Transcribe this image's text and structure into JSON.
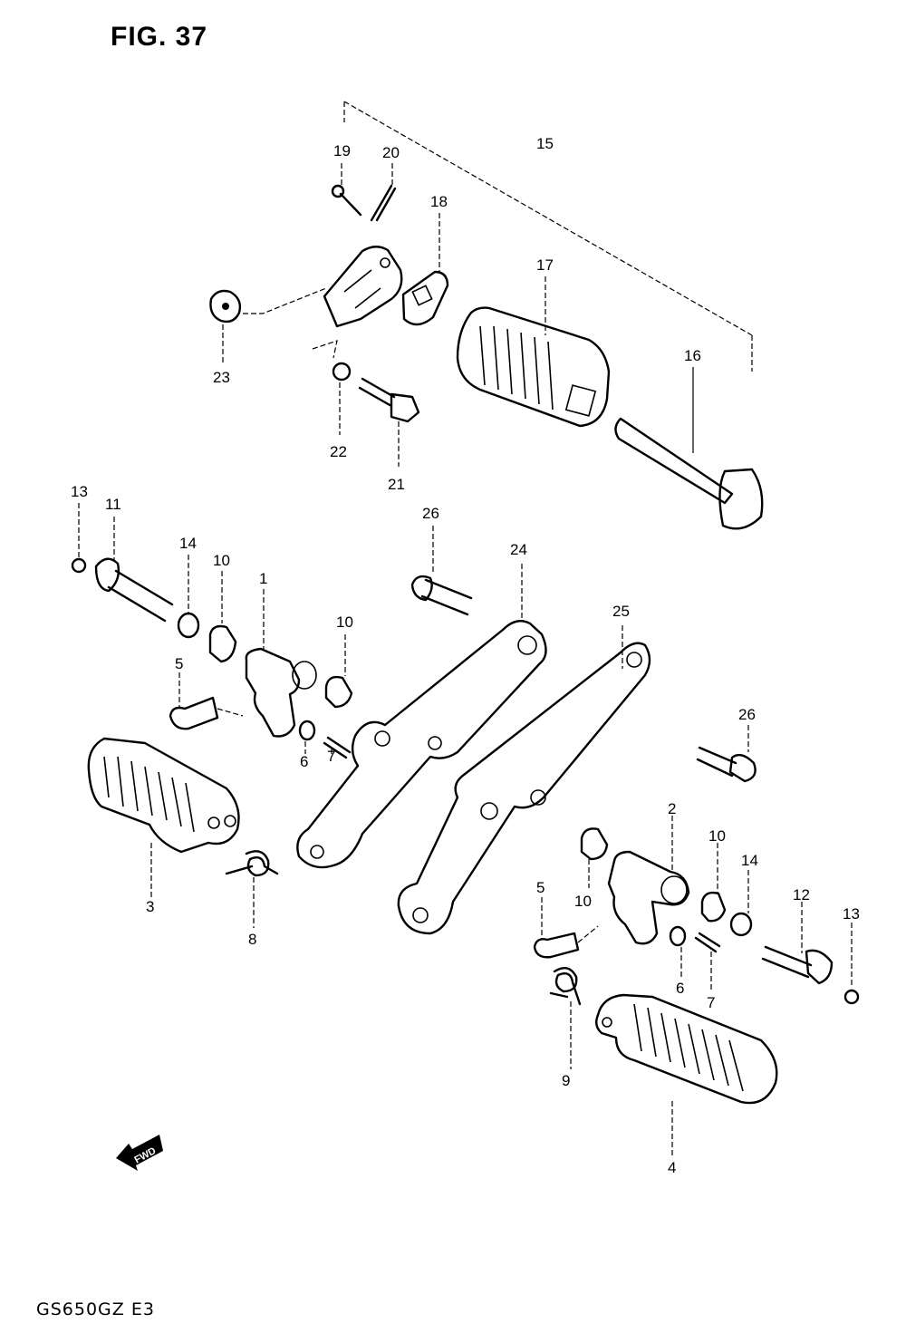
{
  "figure": {
    "title": "FIG. 37",
    "model": "GS650GZ  E3"
  },
  "fwd_label": "FWD",
  "callouts": [
    {
      "id": "c15",
      "text": "15"
    },
    {
      "id": "c19",
      "text": "19"
    },
    {
      "id": "c20",
      "text": "20"
    },
    {
      "id": "c18",
      "text": "18"
    },
    {
      "id": "c17",
      "text": "17"
    },
    {
      "id": "c16",
      "text": "16"
    },
    {
      "id": "c23",
      "text": "23"
    },
    {
      "id": "c22",
      "text": "22"
    },
    {
      "id": "c21",
      "text": "21"
    },
    {
      "id": "c13a",
      "text": "13"
    },
    {
      "id": "c11",
      "text": "11"
    },
    {
      "id": "c14a",
      "text": "14"
    },
    {
      "id": "c10a",
      "text": "10"
    },
    {
      "id": "c1",
      "text": "1"
    },
    {
      "id": "c10b",
      "text": "10"
    },
    {
      "id": "c26a",
      "text": "26"
    },
    {
      "id": "c24",
      "text": "24"
    },
    {
      "id": "c25",
      "text": "25"
    },
    {
      "id": "c5a",
      "text": "5"
    },
    {
      "id": "c7a",
      "text": "7"
    },
    {
      "id": "c6a",
      "text": "6"
    },
    {
      "id": "c26b",
      "text": "26"
    },
    {
      "id": "c3",
      "text": "3"
    },
    {
      "id": "c8",
      "text": "8"
    },
    {
      "id": "c2",
      "text": "2"
    },
    {
      "id": "c10c",
      "text": "10"
    },
    {
      "id": "c14b",
      "text": "14"
    },
    {
      "id": "c10d",
      "text": "10"
    },
    {
      "id": "c5b",
      "text": "5"
    },
    {
      "id": "c12",
      "text": "12"
    },
    {
      "id": "c13b",
      "text": "13"
    },
    {
      "id": "c6b",
      "text": "6"
    },
    {
      "id": "c7b",
      "text": "7"
    },
    {
      "id": "c9",
      "text": "9"
    },
    {
      "id": "c4",
      "text": "4"
    }
  ]
}
